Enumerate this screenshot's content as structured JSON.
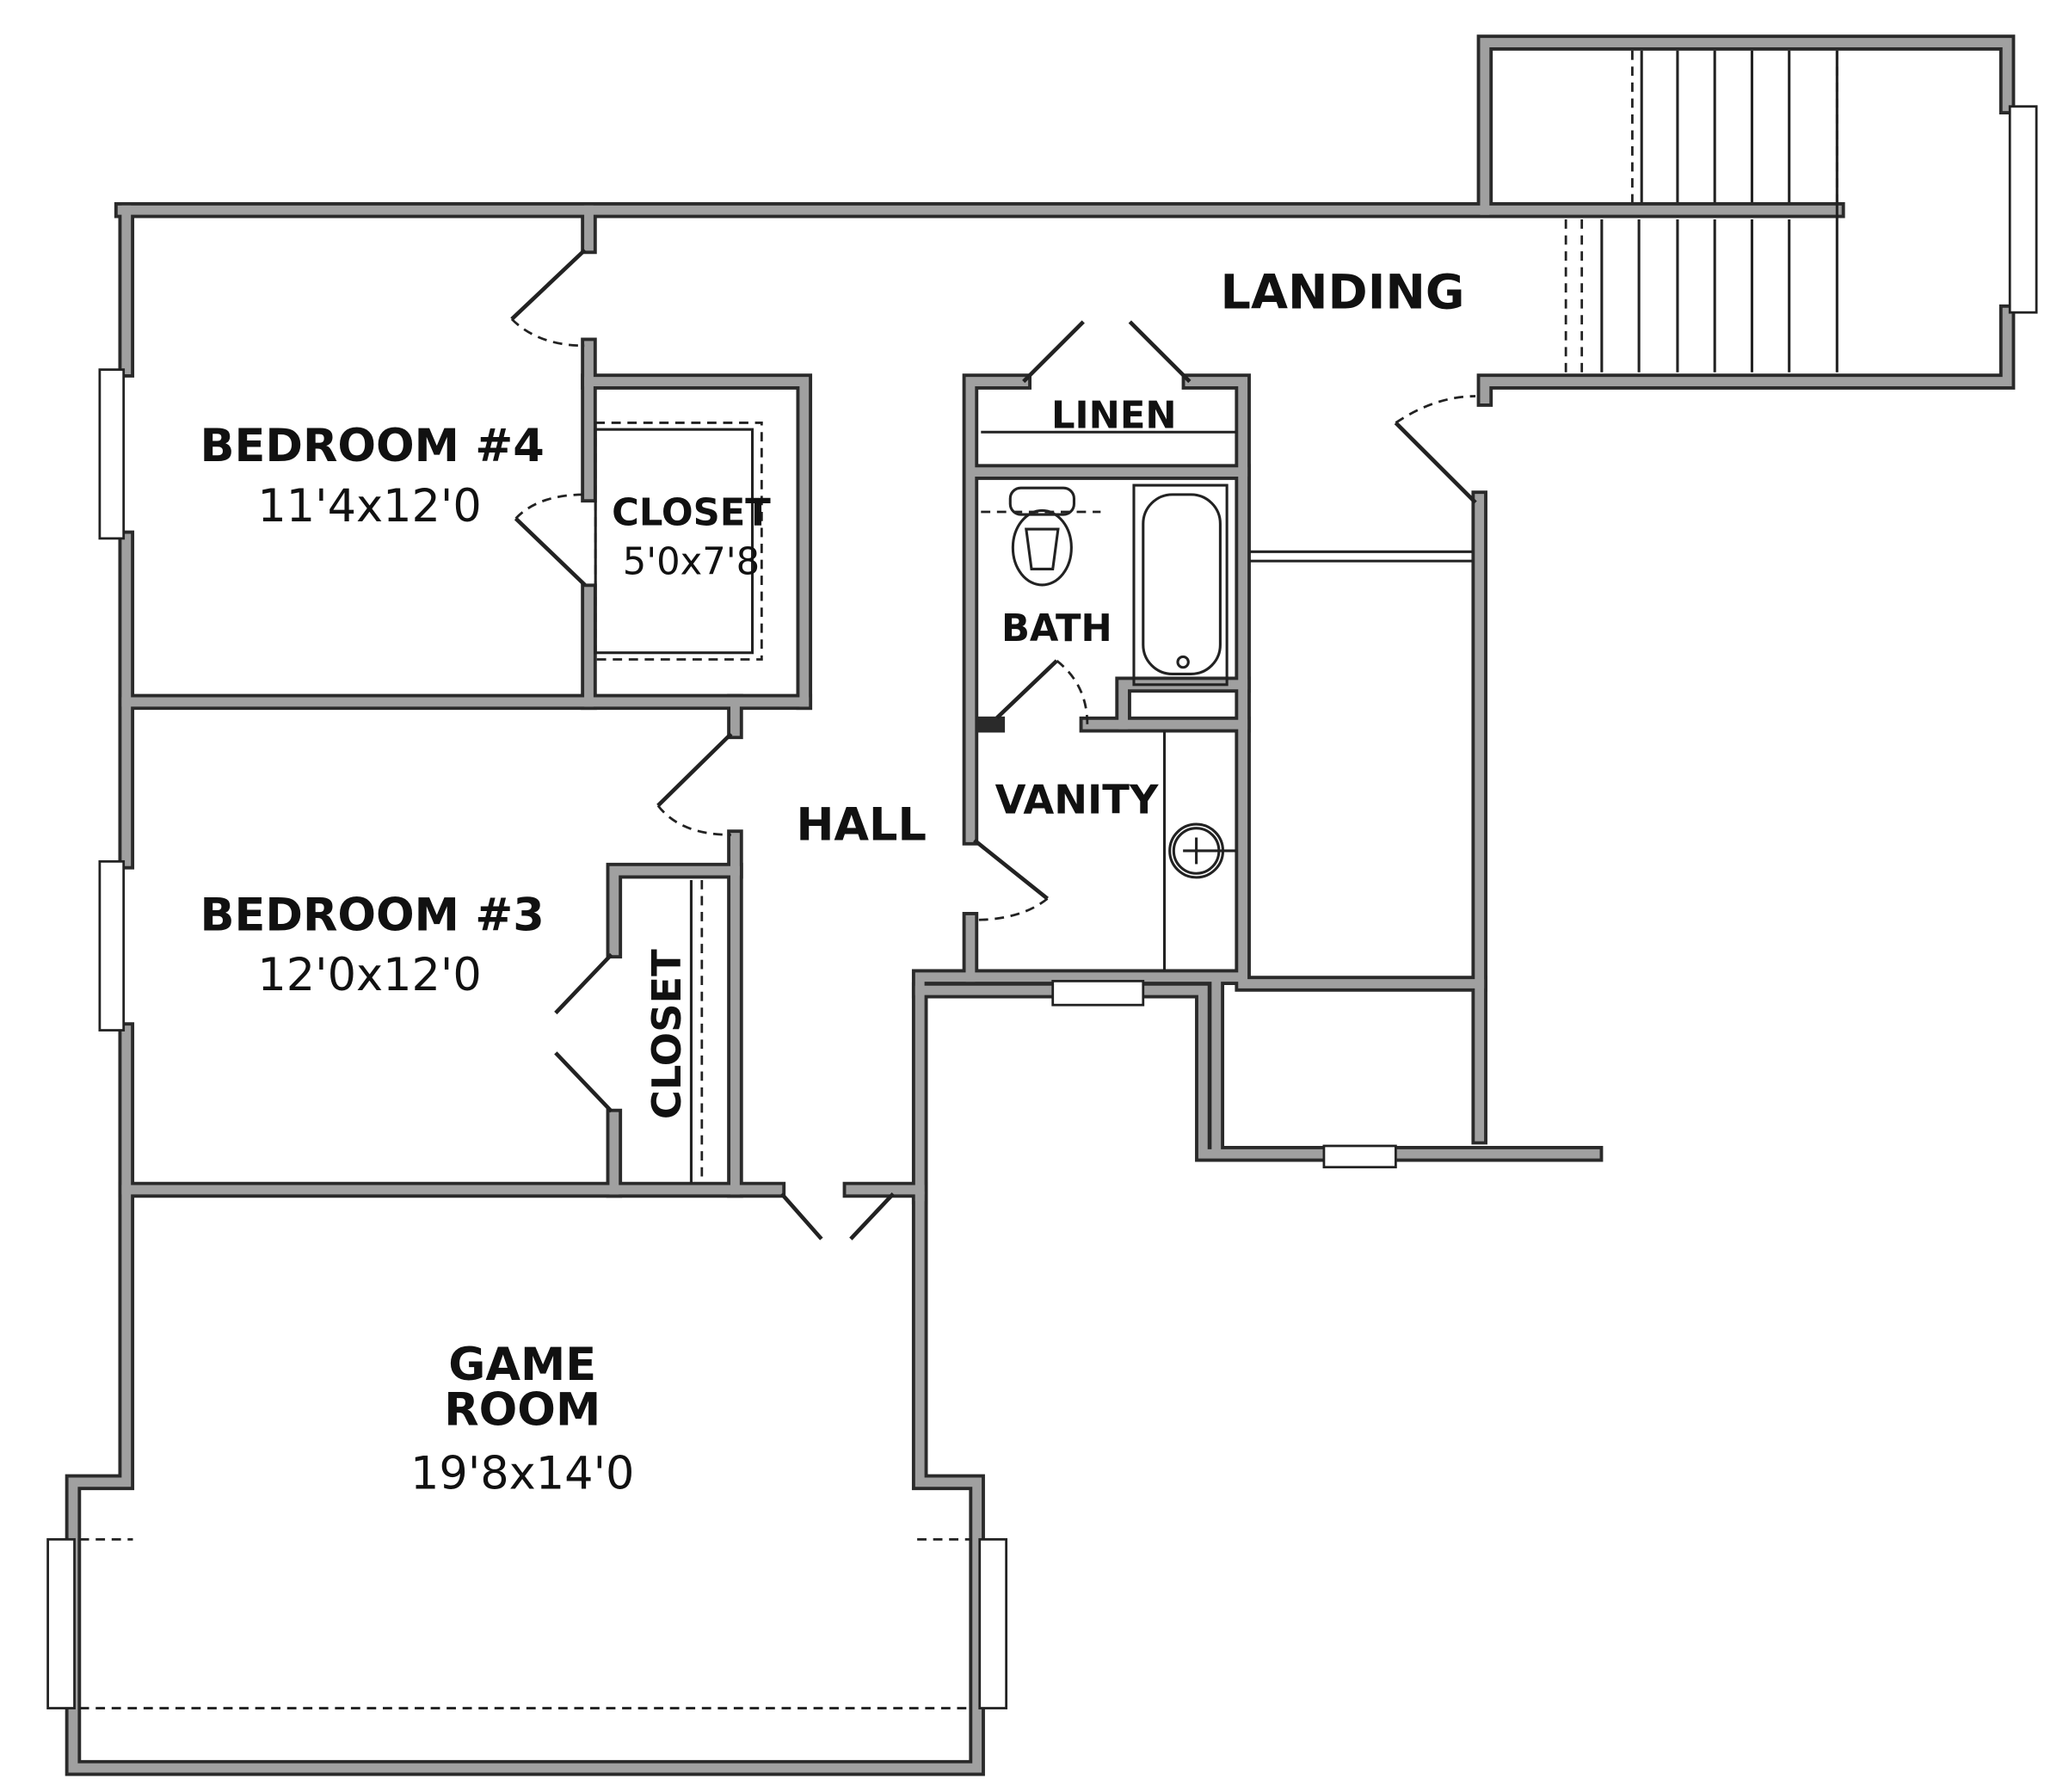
{
  "rooms": {
    "landing": {
      "name": "LANDING"
    },
    "bedroom4": {
      "name": "BEDROOM #4",
      "size": "11'4x12'0"
    },
    "closet4": {
      "name": "CLOSET",
      "size": "5'0x7'8"
    },
    "linen": {
      "name": "LINEN"
    },
    "bath": {
      "name": "BATH"
    },
    "vanity": {
      "name": "VANITY"
    },
    "hall": {
      "name": "HALL"
    },
    "bedroom3": {
      "name": "BEDROOM #3",
      "size": "12'0x12'0"
    },
    "closet3": {
      "name": "CLOSET"
    },
    "game_room": {
      "name_line1": "GAME",
      "name_line2": "ROOM",
      "size": "19'8x14'0"
    }
  },
  "colors": {
    "wall_fill": "#a0a0a0",
    "wall_outline": "#2a2a2a",
    "line": "#222222"
  }
}
